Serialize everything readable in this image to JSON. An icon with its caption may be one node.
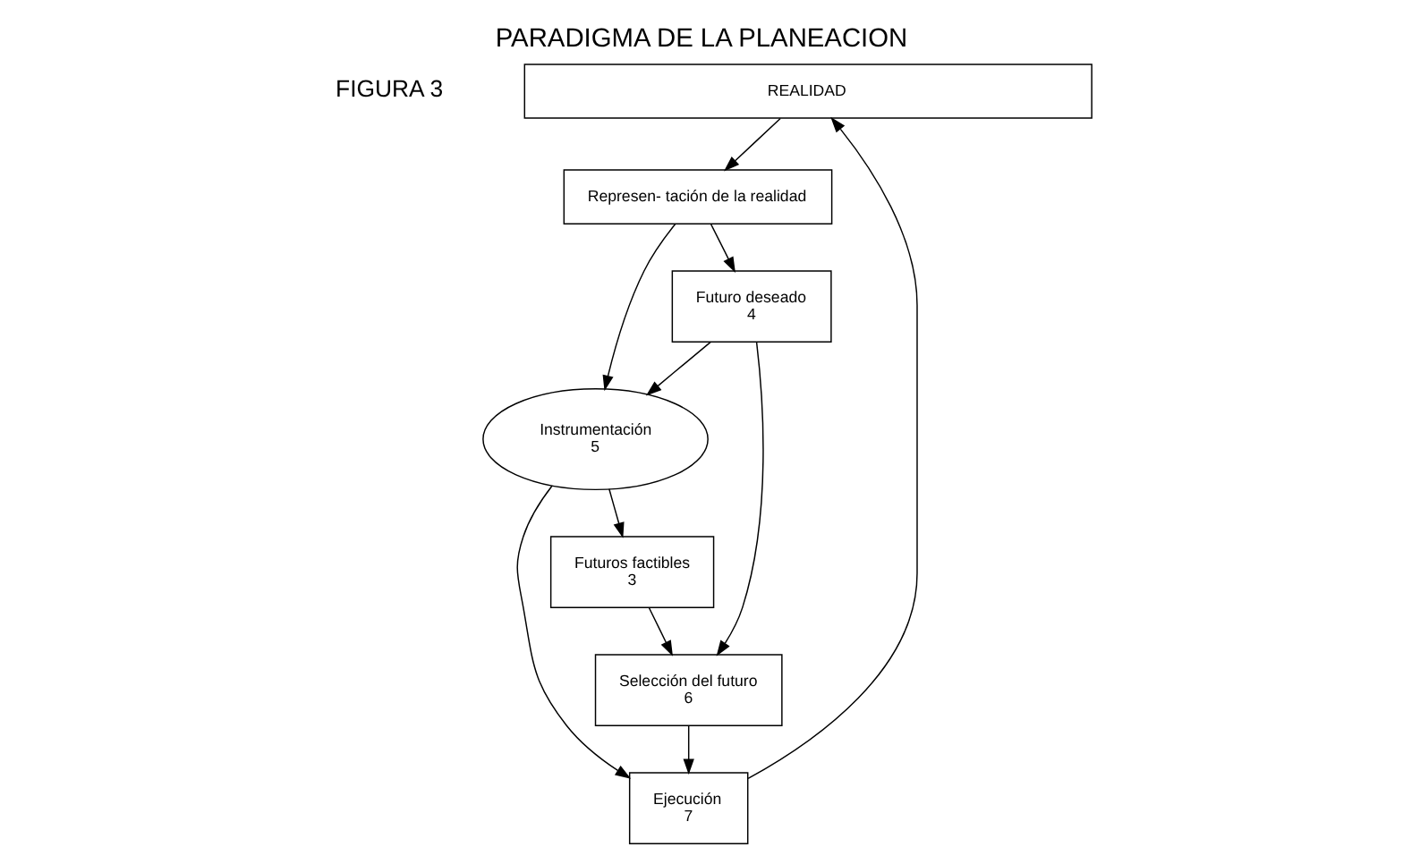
{
  "diagram": {
    "title": "PARADIGMA DE LA PLANEACION",
    "nodes": [
      {
        "text": [
          "REALIDAD"
        ]
      },
      {
        "text": [
          "Instrumentación",
          "5"
        ]
      },
      {
        "text": [
          "Represen- tación de la realidad"
        ]
      },
      {
        "text": [
          "Ejecución",
          "7"
        ]
      },
      {
        "text": [
          "Futuros factibles",
          "3"
        ]
      },
      {
        "text": [
          "Futuro deseado",
          "4"
        ]
      },
      {
        "text": [
          "Selección del futuro",
          "6"
        ]
      }
    ],
    "edges": [
      {
        "from": 0,
        "to": 2,
        "arrow": "to"
      },
      {
        "from": 2,
        "to": 1,
        "arrow": "to"
      },
      {
        "from": 1,
        "to": 3,
        "arrow": "to"
      },
      {
        "from": 1,
        "to": 4,
        "arrow": "to"
      },
      {
        "from": 2,
        "to": 5,
        "arrow": "to"
      },
      {
        "from": 5,
        "to": 1,
        "arrow": "to"
      },
      {
        "from": 3,
        "to": 0,
        "arrow": "to"
      },
      {
        "from": 4,
        "to": 6,
        "arrow": "to"
      },
      {
        "from": 5,
        "to": 6,
        "arrow": "to"
      },
      {
        "from": 6,
        "to": 3,
        "arrow": "to"
      }
    ],
    "labels": [
      "FIGURA 3"
    ]
  }
}
